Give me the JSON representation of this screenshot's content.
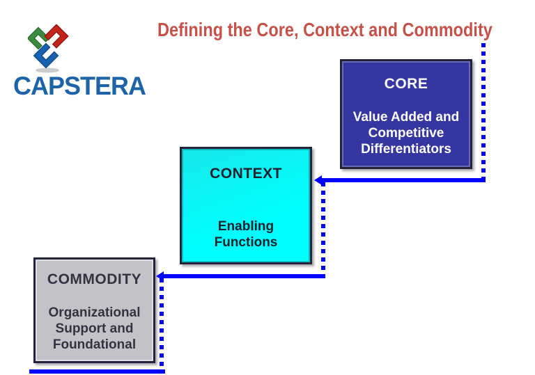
{
  "page": {
    "background": "#FFFFFF"
  },
  "logo": {
    "wordmark": "CAPSTERA",
    "wordmark_color": "#1E62A8",
    "icon": "capstera-cube-icon",
    "icon_colors": {
      "green": "#3C8C40",
      "red": "#C3251A",
      "blue": "#1763B2"
    }
  },
  "title": {
    "text": "Defining the Core, Context and Commodity",
    "color": "#C5524A"
  },
  "boxes": {
    "core": {
      "heading": "CORE",
      "body": "Value Added and\nCompetitive\nDifferentiators",
      "fill": "#3636A0",
      "text_color": "#FFFFFF"
    },
    "context": {
      "heading": "CONTEXT",
      "body": "Enabling\nFunctions",
      "fill": "#00FFFF",
      "text_color": "#21212E"
    },
    "commodity": {
      "heading": "COMMODITY",
      "body": "Organizational\nSupport and\nFoundational",
      "fill": "#C3C3C7",
      "text_color": "#33333F"
    }
  },
  "connector": {
    "color": "#0101FE",
    "shape": "staircase",
    "horizontal_style": "solid with left-pointing arrowheads",
    "vertical_style": "square dashed"
  }
}
